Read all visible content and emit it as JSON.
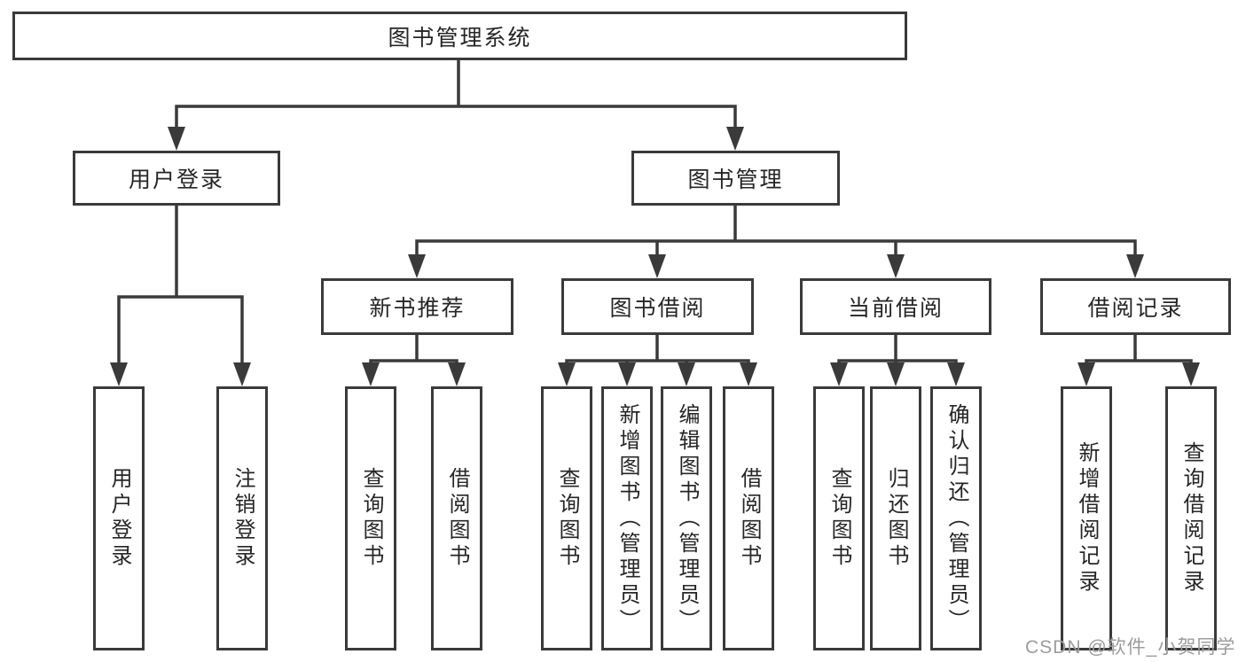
{
  "diagram": {
    "title_note": "functional structure tree of a library management system",
    "root": {
      "label": "图书管理系统"
    },
    "branches": [
      {
        "id": "user-login",
        "label": "用户登录",
        "children": [
          {
            "label": "用户登录"
          },
          {
            "label": "注销登录"
          }
        ]
      },
      {
        "id": "book-management",
        "label": "图书管理",
        "children": [
          {
            "id": "new-book-recommend",
            "label": "新书推荐",
            "children": [
              {
                "label": "查询图书"
              },
              {
                "label": "借阅图书"
              }
            ]
          },
          {
            "id": "book-borrowing",
            "label": "图书借阅",
            "children": [
              {
                "label": "查询图书"
              },
              {
                "label": "新增图书（管理员）"
              },
              {
                "label": "编辑图书（管理员）"
              },
              {
                "label": "借阅图书"
              }
            ]
          },
          {
            "id": "current-borrowing",
            "label": "当前借阅",
            "children": [
              {
                "label": "查询图书"
              },
              {
                "label": "归还图书"
              },
              {
                "label": "确认归还（管理员）"
              }
            ]
          },
          {
            "id": "borrowing-records",
            "label": "借阅记录",
            "children": [
              {
                "label": "新增借阅记录"
              },
              {
                "label": "查询借阅记录"
              }
            ]
          }
        ]
      }
    ],
    "watermark": "CSDN @软件_小贺同学",
    "colors": {
      "line": "#3a3a3a",
      "text": "#262626",
      "watermark": "#9c9c9c",
      "background": "#ffffff"
    }
  }
}
